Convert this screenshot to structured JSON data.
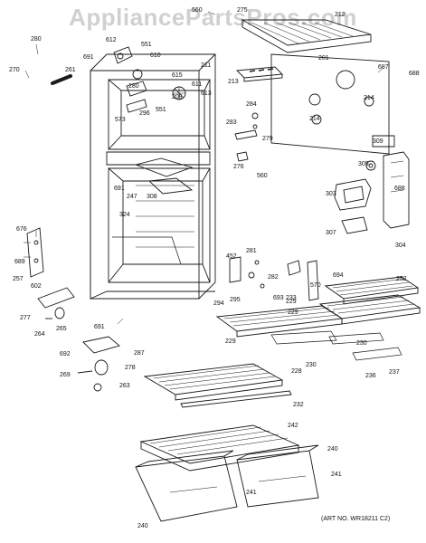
{
  "watermark": "AppliancePartsPros.com",
  "caption": "(ART NO. WR18211 C2)",
  "part_numbers": [
    "560",
    "275",
    "212",
    "280",
    "270",
    "612",
    "551",
    "691",
    "610",
    "261",
    "201",
    "687",
    "688",
    "211",
    "615",
    "611",
    "280",
    "209",
    "613",
    "213",
    "573",
    "296",
    "551",
    "214",
    "214",
    "284",
    "283",
    "279",
    "309",
    "276",
    "560",
    "305",
    "691",
    "247",
    "308",
    "303",
    "688",
    "324",
    "307",
    "304",
    "676",
    "689",
    "257",
    "452",
    "281",
    "282",
    "295",
    "693",
    "233",
    "570",
    "694",
    "252",
    "602",
    "277",
    "265",
    "264",
    "294",
    "691",
    "229",
    "229",
    "229",
    "230",
    "230",
    "236",
    "237",
    "692",
    "287",
    "269",
    "278",
    "263",
    "228",
    "232",
    "242",
    "240",
    "241",
    "240",
    "241"
  ],
  "colors": {
    "line": "#1a1a1a",
    "watermark": "#969696"
  }
}
